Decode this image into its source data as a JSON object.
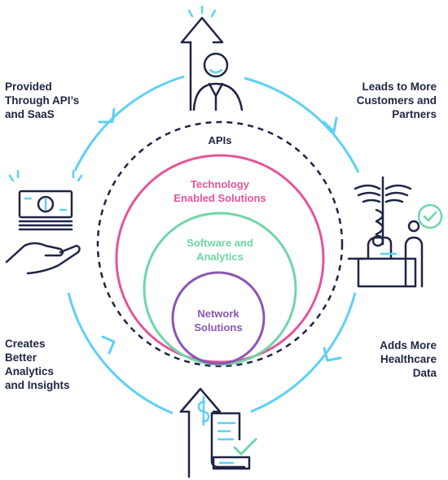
{
  "outer_labels": {
    "top_left": [
      "Provided",
      "Through API’s",
      "and SaaS"
    ],
    "top_right": [
      "Leads to More",
      "Customers and",
      "Partners"
    ],
    "bottom_right": [
      "Adds More",
      "Healthcare",
      "Data"
    ],
    "bottom_left": [
      "Creates",
      "Better",
      "Analytics",
      "and Insights"
    ]
  },
  "layers": {
    "apis": "APIs",
    "technology": [
      "Technology",
      "Enabled Solutions"
    ],
    "software": [
      "Software and",
      "Analytics"
    ],
    "network": [
      "Network",
      "Solutions"
    ]
  },
  "colors": {
    "cycle": "#5fd0f3",
    "apis_ring": "#1f2544",
    "technology": "#e2559a",
    "software": "#6fd6a6",
    "network": "#8b56b3",
    "ink": "#1f2544",
    "check": "#6fd6a6",
    "accent_blue": "#5fd0f3"
  },
  "icons": [
    "person-growth-icon",
    "money-hand-icon",
    "caduceus-doctors-icon",
    "billing-document-icon"
  ]
}
